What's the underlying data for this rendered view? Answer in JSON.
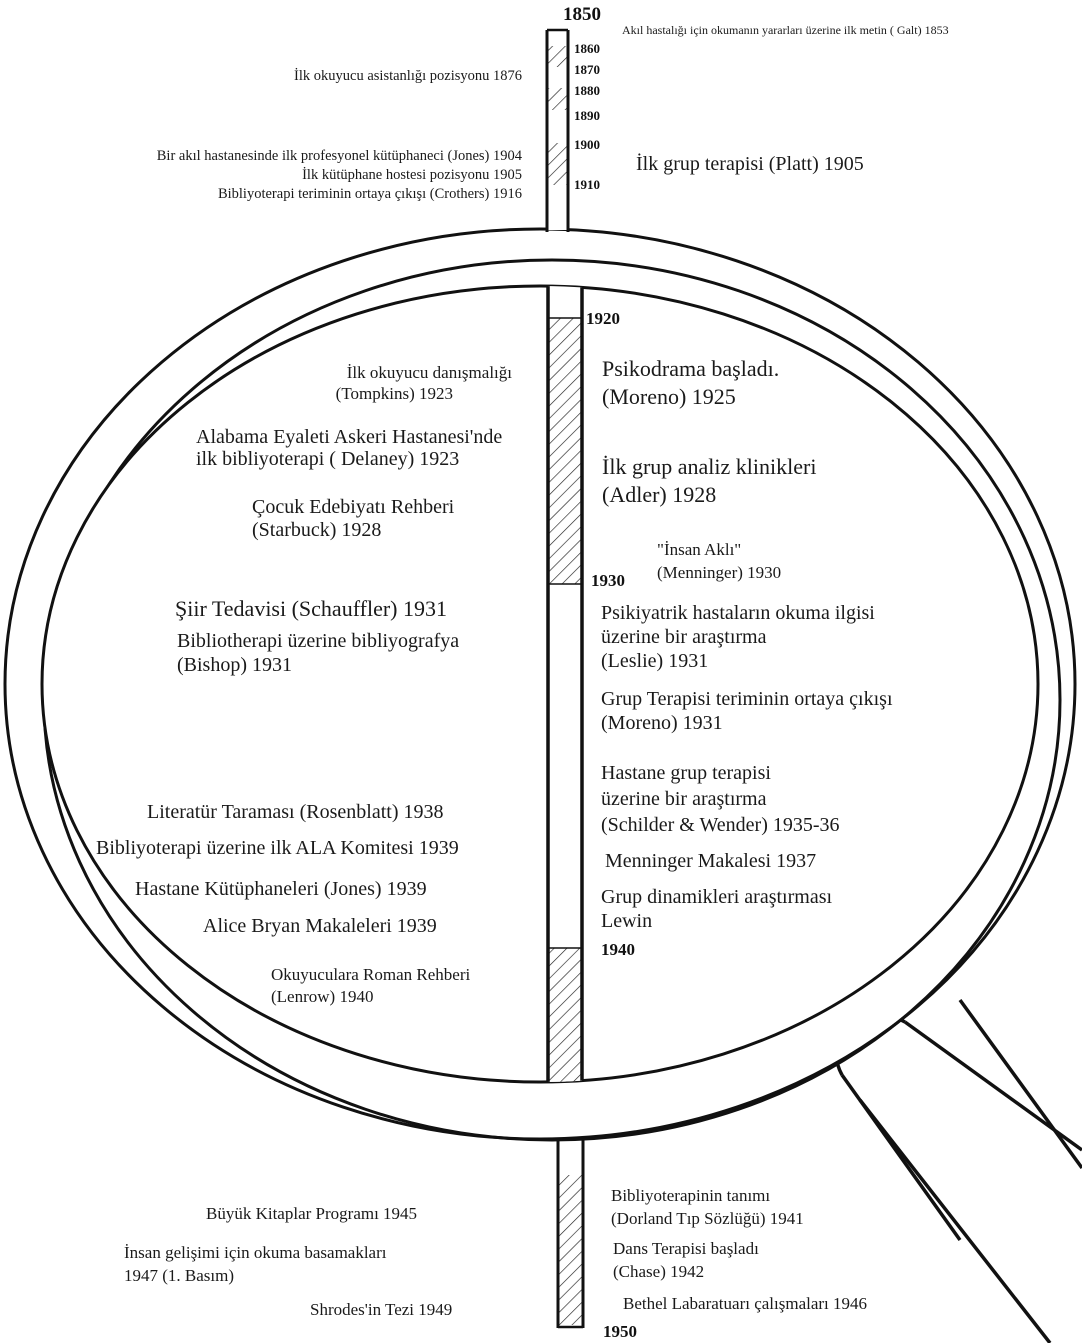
{
  "timeline": {
    "years": [
      "1850",
      "1860",
      "1870",
      "1880",
      "1890",
      "1900",
      "1910",
      "1920",
      "1930",
      "1940",
      "1950"
    ]
  },
  "left_events": {
    "e1876": "İlk okuyucu asistanlığı pozisyonu 1876",
    "e1904": "Bir akıl hastanesinde ilk profesyonel kütüphaneci (Jones) 1904",
    "e1905": "İlk kütüphane hostesi pozisyonu 1905",
    "e1916": "Bibliyoterapi teriminin ortaya çıkışı (Crothers) 1916",
    "e1923a_1": "İlk okuyucu danışmalığı",
    "e1923a_2": "(Tompkins) 1923",
    "e1923b_1": "Alabama Eyaleti Askeri Hastanesi'nde",
    "e1923b_2": "ilk bibliyoterapi ( Delaney) 1923",
    "e1928_1": "Çocuk Edebiyatı Rehberi",
    "e1928_2": "(Starbuck) 1928",
    "e1931a": "Şiir Tedavisi (Schauffler) 1931",
    "e1931b_1": "Bibliotherapi üzerine bibliyografya",
    "e1931b_2": "(Bishop) 1931",
    "e1938": "Literatür Taraması (Rosenblatt) 1938",
    "e1939a": "Bibliyoterapi üzerine ilk ALA Komitesi 1939",
    "e1939b": "Hastane Kütüphaneleri (Jones) 1939",
    "e1939c": "Alice Bryan Makaleleri  1939",
    "e1940_1": "Okuyuculara Roman Rehberi",
    "e1940_2": "(Lenrow) 1940",
    "e1945": "Büyük Kitaplar Programı 1945",
    "e1947_1": "İnsan gelişimi için okuma basamakları",
    "e1947_2": "1947 (1. Basım)",
    "e1949": "Shrodes'in Tezi 1949"
  },
  "right_events": {
    "e1853": "Akıl hastalığı için okumanın yararları üzerine ilk metin ( Galt) 1853",
    "e1905": "İlk grup terapisi (Platt) 1905",
    "e1925_1": "Psikodrama başladı.",
    "e1925_2": "(Moreno) 1925",
    "e1928_1": "İlk grup analiz klinikleri",
    "e1928_2": "(Adler) 1928",
    "e1930_1": "\"İnsan Aklı\"",
    "e1930_2": "(Menninger) 1930",
    "e1931a_1": "Psikiyatrik hastaların okuma ilgisi",
    "e1931a_2": "üzerine bir araştırma",
    "e1931a_3": "(Leslie) 1931",
    "e1931b_1": "Grup Terapisi teriminin ortaya çıkışı",
    "e1931b_2": "(Moreno) 1931",
    "e1935_1": "Hastane grup terapisi",
    "e1935_2": "üzerine bir araştırma",
    "e1935_3": "(Schilder & Wender) 1935-36",
    "e1937": "Menninger Makalesi 1937",
    "e1939_1": "Grup dinamikleri araştırması",
    "e1939_2": "Lewin",
    "e1941_1": "Bibliyoterapinin tanımı",
    "e1941_2": "(Dorland Tıp Sözlüğü) 1941",
    "e1942_1": "Dans Terapisi başladı",
    "e1942_2": "(Chase) 1942",
    "e1946": "Bethel Labaratuarı çalışmaları 1946"
  }
}
